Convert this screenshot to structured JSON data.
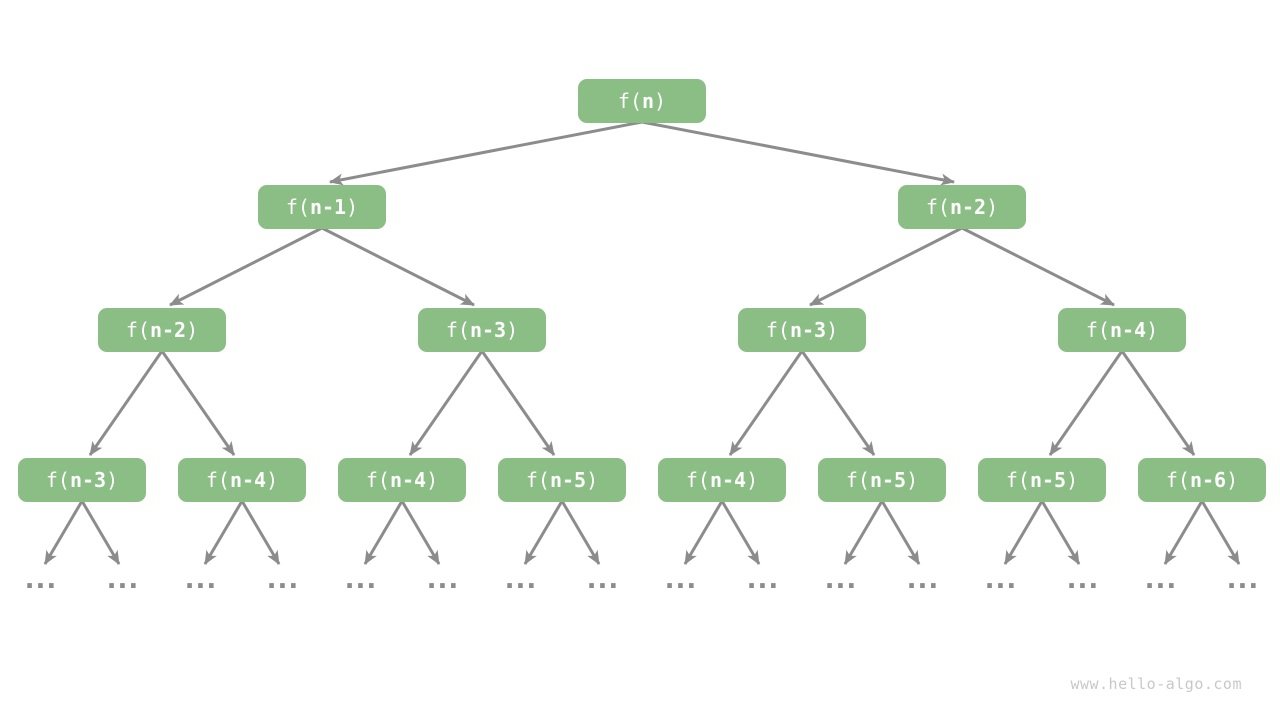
{
  "watermark": "www.hello-algo.com",
  "colors": {
    "background": "#FFFFFF",
    "node_fill": "#8ABE85",
    "node_text": "#FFFFFF",
    "edge": "#8C8C8C",
    "dots": "#8C8C8C",
    "watermark": "#C8C8C8"
  },
  "tree": {
    "description": "Recursion tree of f(n) = f(n-1) + f(n-2)",
    "leaf_ellipsis": "...",
    "levels": [
      {
        "nodes": [
          {
            "open": "f(",
            "var": "n",
            "close": ")"
          }
        ]
      },
      {
        "nodes": [
          {
            "open": "f(",
            "var": "n-1",
            "close": ")"
          },
          {
            "open": "f(",
            "var": "n-2",
            "close": ")"
          }
        ]
      },
      {
        "nodes": [
          {
            "open": "f(",
            "var": "n-2",
            "close": ")"
          },
          {
            "open": "f(",
            "var": "n-3",
            "close": ")"
          },
          {
            "open": "f(",
            "var": "n-3",
            "close": ")"
          },
          {
            "open": "f(",
            "var": "n-4",
            "close": ")"
          }
        ]
      },
      {
        "nodes": [
          {
            "open": "f(",
            "var": "n-3",
            "close": ")"
          },
          {
            "open": "f(",
            "var": "n-4",
            "close": ")"
          },
          {
            "open": "f(",
            "var": "n-4",
            "close": ")"
          },
          {
            "open": "f(",
            "var": "n-5",
            "close": ")"
          },
          {
            "open": "f(",
            "var": "n-4",
            "close": ")"
          },
          {
            "open": "f(",
            "var": "n-5",
            "close": ")"
          },
          {
            "open": "f(",
            "var": "n-5",
            "close": ")"
          },
          {
            "open": "f(",
            "var": "n-6",
            "close": ")"
          }
        ]
      }
    ]
  }
}
